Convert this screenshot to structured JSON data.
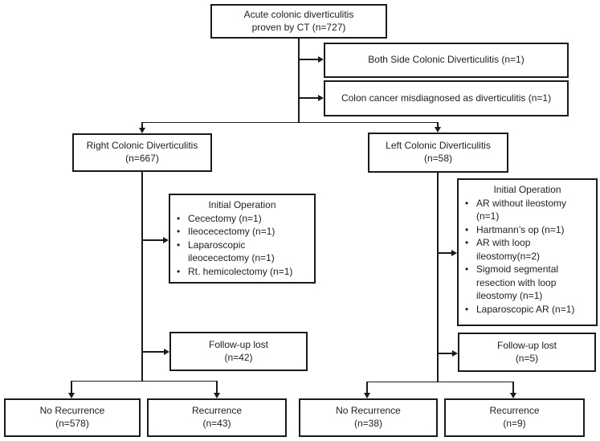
{
  "colors": {
    "line": "#1a1a1a",
    "text": "#212121",
    "background": "#ffffff"
  },
  "flow": {
    "root": {
      "line1": "Acute colonic diverticulitis",
      "line2": "proven by CT (n=727)"
    },
    "exclusion1": {
      "label": "Both Side Colonic Diverticulitis  (n=1)"
    },
    "exclusion2": {
      "label": "Colon cancer misdiagnosed as diverticulitis (n=1)"
    },
    "right_colonic": {
      "line1": "Right Colonic Diverticulitis",
      "line2": "(n=667)"
    },
    "left_colonic": {
      "line1": "Left Colonic Diverticulitis",
      "line2": "(n=58)"
    },
    "right_ops": {
      "title": "Initial Operation",
      "items": [
        "Cecectomy (n=1)",
        "Ileocecectomy (n=1)",
        "Laparoscopic ileocecectomy (n=1)",
        "Rt. hemicolectomy (n=1)"
      ]
    },
    "left_ops": {
      "title": "Initial Operation",
      "items": [
        "AR without ileostomy (n=1)",
        "Hartmann’s op (n=1)",
        "AR with loop ileostomy(n=2)",
        "Sigmoid segmental resection with loop ileostomy (n=1)",
        "Laparoscopic AR (n=1)"
      ]
    },
    "right_followup": {
      "line1": "Follow-up lost",
      "line2": "(n=42)"
    },
    "left_followup": {
      "line1": "Follow-up lost",
      "line2": "(n=5)"
    },
    "right_no_recurrence": {
      "line1": "No Recurrence",
      "line2": "(n=578)"
    },
    "right_recurrence": {
      "line1": "Recurrence",
      "line2": "(n=43)"
    },
    "left_no_recurrence": {
      "line1": "No Recurrence",
      "line2": "(n=38)"
    },
    "left_recurrence": {
      "line1": "Recurrence",
      "line2": "(n=9)"
    }
  }
}
